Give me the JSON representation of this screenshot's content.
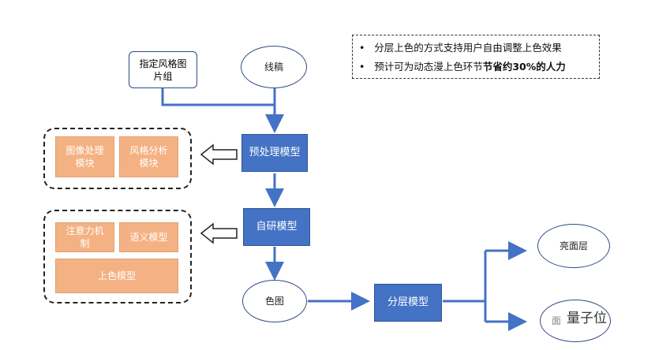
{
  "notes": {
    "line1": "分层上色的方式支持用户自由调整上色效果",
    "line2_normal": "预计可为动态漫上色环节",
    "line2_bold": "节省约30%的人力",
    "bullet": "•"
  },
  "nodes": {
    "style_images": "指定风格图片组",
    "lineart": "线稿",
    "preprocess": "预处理模型",
    "image_processing": "图像处理模块",
    "style_analysis": "风格分析模块",
    "inhouse_model": "自研模型",
    "attention": "注意力机制",
    "semantic": "语义模型",
    "coloring": "上色模型",
    "color_image": "色图",
    "layer_model": "分层模型",
    "highlight_layer": "亮面层",
    "dark_layer_visible": "面"
  },
  "watermark": "量子位",
  "colors": {
    "model_box": "#4472C4",
    "module_box": "#F4B183",
    "arrow": "#4472C4"
  }
}
